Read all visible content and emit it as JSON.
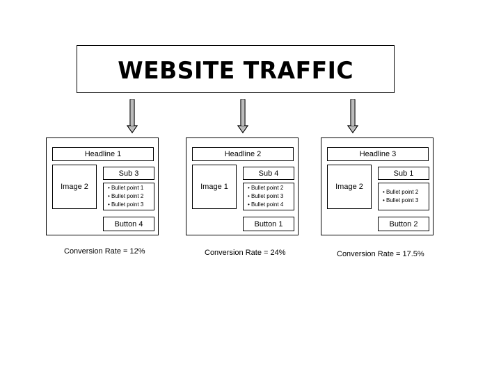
{
  "title": "WEBSITE TRAFFIC",
  "variants": [
    {
      "headline": "Headline 1",
      "image": "Image 2",
      "sub": "Sub 3",
      "bullets": [
        "• Bullet point 1",
        "• Bullet point 2",
        "• Bullet point 3"
      ],
      "button": "Button 4",
      "conversion": "Conversion Rate = 12%"
    },
    {
      "headline": "Headline 2",
      "image": "Image 1",
      "sub": "Sub 4",
      "bullets": [
        "• Bullet point 2",
        "• Bullet point 3",
        "• Bullet point 4"
      ],
      "button": "Button 1",
      "conversion": "Conversion Rate = 24%"
    },
    {
      "headline": "Headline 3",
      "image": "Image 2",
      "sub": "Sub 1",
      "bullets": [
        "• Bullet point 2",
        "• Bullet point 3"
      ],
      "button": "Button 2",
      "conversion": "Conversion Rate = 17.5%"
    }
  ]
}
